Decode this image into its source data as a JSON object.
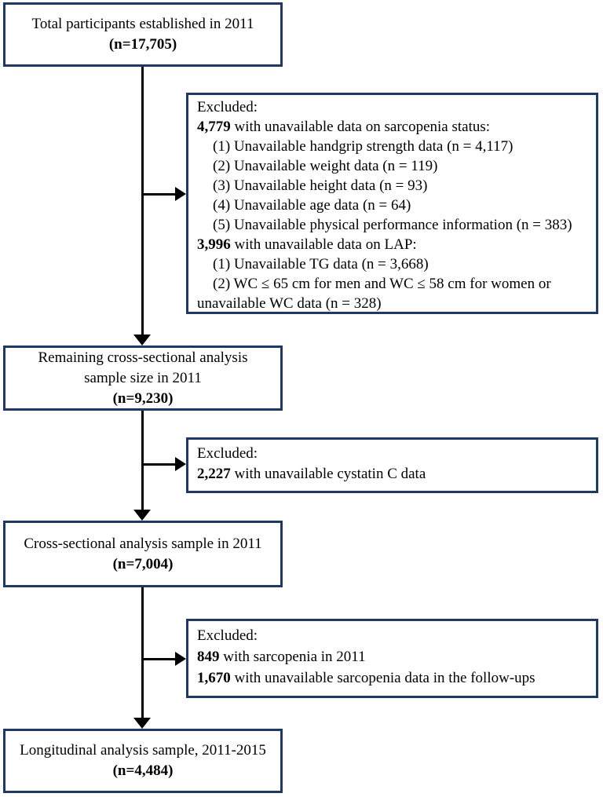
{
  "colors": {
    "box_border": "#1f3864",
    "arrow": "#000000",
    "background": "#ffffff",
    "text": "#000000"
  },
  "main_boxes": {
    "total": {
      "line1": "Total participants established in 2011",
      "n": "(n=17,705)"
    },
    "remaining": {
      "line1": "Remaining cross-sectional analysis",
      "line2": "sample size in 2011",
      "n": "(n=9,230)"
    },
    "cross_sectional": {
      "line1": "Cross-sectional analysis sample in 2011",
      "n": "(n=7,004)"
    },
    "longitudinal": {
      "line1": "Longitudinal analysis sample, 2011-2015",
      "n": "(n=4,484)"
    }
  },
  "exclusion_boxes": {
    "first": {
      "title": "Excluded:",
      "item1_bold": "4,779",
      "item1_rest": " with unavailable data on sarcopenia status:",
      "sub1": "(1) Unavailable handgrip strength data (n = 4,117)",
      "sub2": "(2) Unavailable weight data (n = 119)",
      "sub3": "(3) Unavailable height data (n = 93)",
      "sub4": "(4) Unavailable age data (n = 64)",
      "sub5": "(5) Unavailable physical performance information (n = 383)",
      "item2_bold": "3,996",
      "item2_rest": " with unavailable data on LAP:",
      "sub6": "(1) Unavailable TG data (n = 3,668)",
      "sub7": "(2) WC ≤ 65 cm for men and WC ≤ 58 cm for women or",
      "cont": "unavailable WC data (n = 328)"
    },
    "second": {
      "title": "Excluded:",
      "item1_bold": "2,227",
      "item1_rest": " with unavailable cystatin C data"
    },
    "third": {
      "title": "Excluded:",
      "item1_bold": "849",
      "item1_rest": " with sarcopenia in 2011",
      "item2_bold": "1,670",
      "item2_rest": " with unavailable sarcopenia data in the follow-ups"
    }
  }
}
